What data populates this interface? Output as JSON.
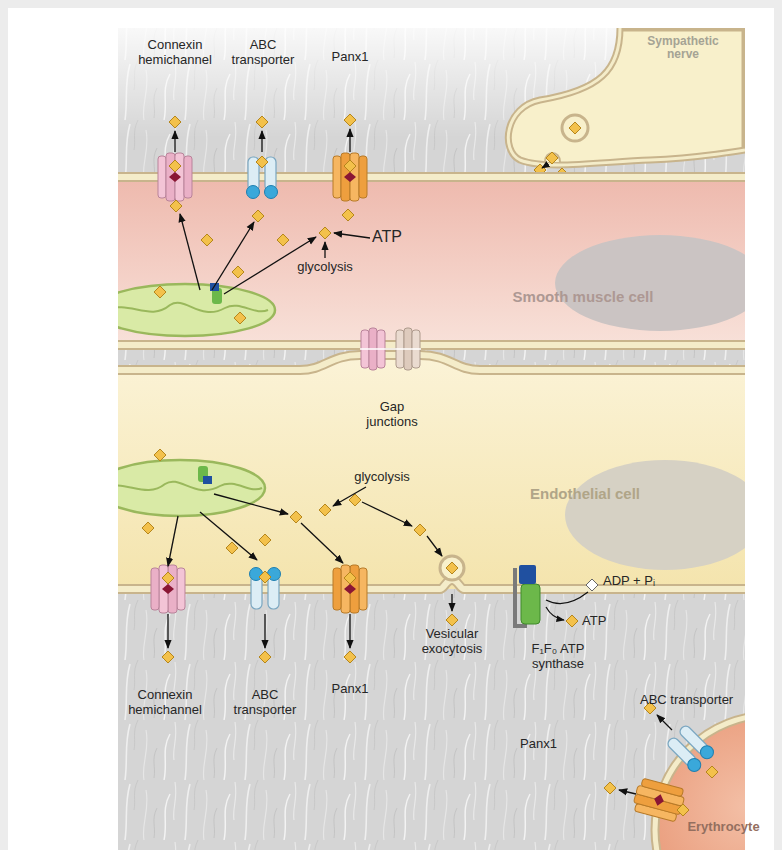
{
  "diagram": {
    "nodes": [
      {
        "text": [
          "Sympathetic nerve"
        ]
      },
      {
        "text": [
          "Smooth muscle cell"
        ]
      },
      {
        "text": [
          "Endothelial cell"
        ]
      },
      {
        "text": [
          "Erythrocyte"
        ]
      }
    ],
    "labels": [
      "Connexin hemichannel",
      "ABC transporter",
      "Panx1",
      "ATP",
      "glycolysis",
      "Gap junctions",
      "glycolysis",
      "Connexin hemichannel",
      "ABC transporter",
      "Panx1",
      "Vesicular exocytosis",
      "F₁F₀ ATP synthase",
      "ADP + Pᵢ",
      "ATP",
      "ABC transporter",
      "Panx1"
    ]
  }
}
